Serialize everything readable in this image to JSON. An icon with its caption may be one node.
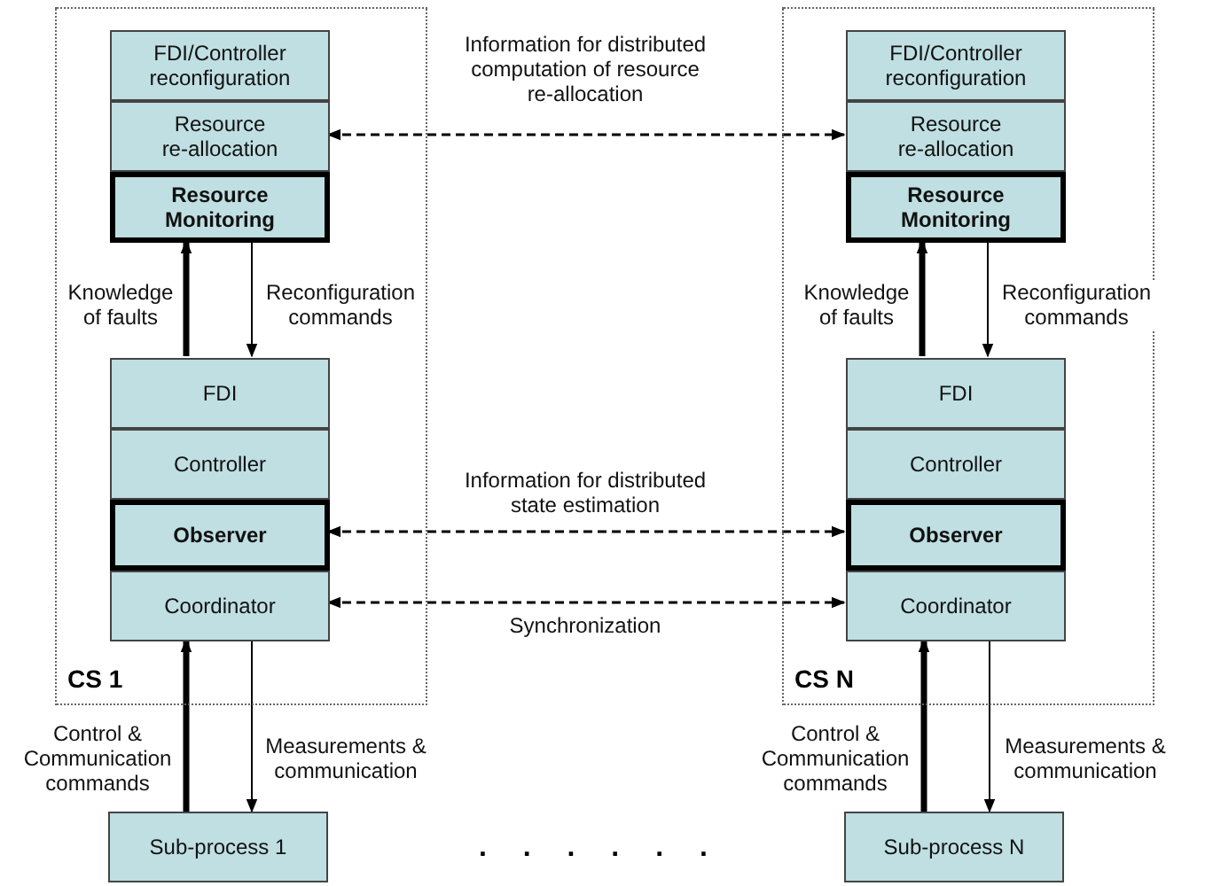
{
  "diagram": {
    "nodes": [
      {
        "text": [
          "CS 1"
        ]
      },
      {
        "text": [
          "FDI/Controller reconfiguration"
        ],
        "in": 0
      },
      {
        "text": [
          "Resource re-allocation"
        ],
        "in": 0
      },
      {
        "text": [
          "Resource Monitoring"
        ],
        "in": 0
      },
      {
        "text": [
          "FDI"
        ],
        "in": 0
      },
      {
        "text": [
          "Controller"
        ],
        "in": 0
      },
      {
        "text": [
          "Observer"
        ],
        "in": 0
      },
      {
        "text": [
          "Coordinator"
        ],
        "in": 0
      },
      {
        "text": [
          "CS N"
        ]
      },
      {
        "text": [
          "FDI/Controller reconfiguration"
        ],
        "in": 8
      },
      {
        "text": [
          "Resource re-allocation"
        ],
        "in": 8
      },
      {
        "text": [
          "Resource Monitoring"
        ],
        "in": 8
      },
      {
        "text": [
          "FDI"
        ],
        "in": 8
      },
      {
        "text": [
          "Controller"
        ],
        "in": 8
      },
      {
        "text": [
          "Observer"
        ],
        "in": 8
      },
      {
        "text": [
          "Coordinator"
        ],
        "in": 8
      },
      {
        "text": [
          "Sub-process 1"
        ]
      },
      {
        "text": [
          "Sub-process N"
        ]
      }
    ],
    "edges": [
      {
        "from": 2,
        "to": 10,
        "arrow": "both",
        "style": "dashed",
        "label": "Information for distributed computation of resource re-allocation"
      },
      {
        "from": 4,
        "to": 3,
        "arrow": "to",
        "style": "thick",
        "label": "Knowledge of faults"
      },
      {
        "from": 3,
        "to": 4,
        "arrow": "to",
        "label": "Reconfiguration commands"
      },
      {
        "from": 12,
        "to": 11,
        "arrow": "to",
        "style": "thick",
        "label": "Knowledge of faults"
      },
      {
        "from": 11,
        "to": 12,
        "arrow": "to",
        "label": "Reconfiguration commands"
      },
      {
        "from": 6,
        "to": 14,
        "arrow": "both",
        "style": "dashed",
        "label": "Information for distributed state estimation"
      },
      {
        "from": 7,
        "to": 15,
        "arrow": "both",
        "style": "dashed",
        "label": "Synchronization"
      },
      {
        "from": 16,
        "to": 7,
        "arrow": "to",
        "style": "thick",
        "label": "Control & Communication commands"
      },
      {
        "from": 7,
        "to": 16,
        "arrow": "to",
        "label": "Measurements & communication"
      },
      {
        "from": 17,
        "to": 15,
        "arrow": "to",
        "style": "thick",
        "label": "Control & Communication commands"
      },
      {
        "from": 15,
        "to": 17,
        "arrow": "to",
        "label": "Measurements & communication"
      }
    ],
    "labels": [
      ". . . . . ."
    ]
  }
}
